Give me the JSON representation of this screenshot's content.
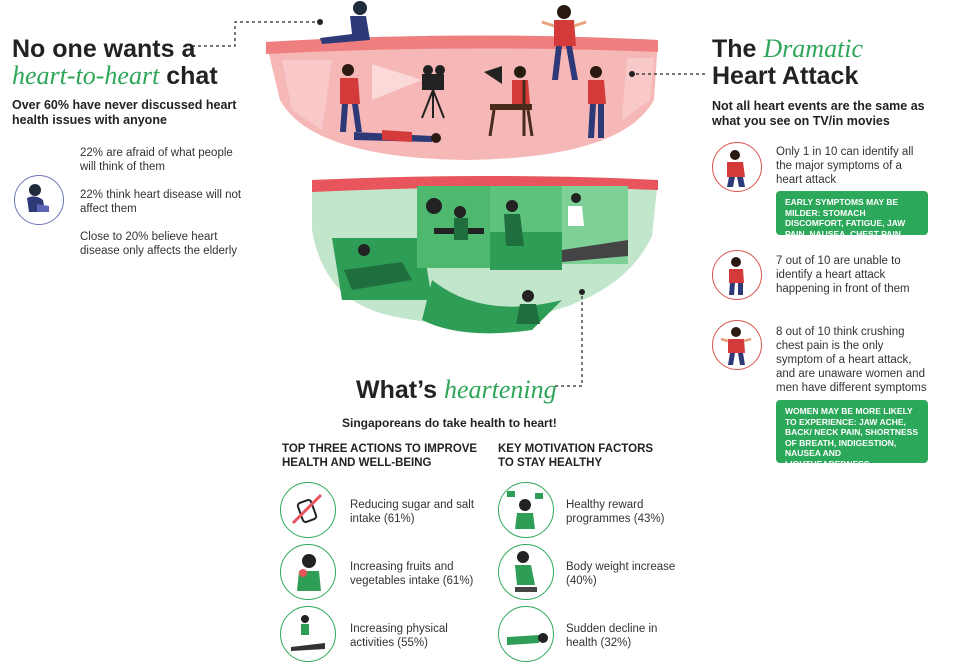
{
  "left": {
    "title_line1": "No one wants a",
    "title_accent": "heart-to-heart",
    "title_rest": " chat",
    "subtitle": "Over 60% have never discussed heart health issues with anyone",
    "stats": [
      "22% are afraid of what people will think of them",
      "22% think heart disease will not affect them",
      "Close to 20% believe heart disease only affects the elderly"
    ]
  },
  "right": {
    "title_line1_plain": "The ",
    "title_line1_accent": "Dramatic",
    "title_line2": "Heart Attack",
    "subtitle": "Not all heart events are the same as what you see on TV/in movies",
    "stats": [
      "Only 1 in 10 can identify all the major symptoms of a heart attack",
      "7 out of 10 are unable to identify a heart attack happening in front of them",
      "8 out of 10 think crushing chest pain is the only symptom of a heart attack, and are unaware women and men have different symptoms"
    ],
    "box1": "EARLY SYMPTOMS MAY BE MILDER: STOMACH DISCOMFORT, FATIGUE, JAW PAIN, NAUSEA, CHEST PAIN",
    "box2": "WOMEN MAY BE MORE LIKELY TO EXPERIENCE: JAW ACHE, BACK/ NECK PAIN, SHORTNESS OF BREATH, INDIGESTION, NAUSEA AND LIGHTHEADEDNESS"
  },
  "bottom": {
    "title_plain": "What’s ",
    "title_accent": "heartening",
    "subtitle": "Singaporeans do take health to heart!",
    "actions_heading": "TOP THREE ACTIONS TO IMPROVE HEALTH AND WELL-BEING",
    "actions": [
      "Reducing sugar and salt intake (61%)",
      "Increasing fruits and vegetables intake (61%)",
      "Increasing physical activities (55%)"
    ],
    "motivation_heading": "KEY MOTIVATION FACTORS TO STAY HEALTHY",
    "motivations": [
      "Healthy reward programmes (43%)",
      "Body weight increase (40%)",
      "Sudden decline in health (32%)"
    ]
  },
  "colors": {
    "red_accent": "#c1272d",
    "green_accent": "#2fa65a",
    "pink_room": "#f3a3a3",
    "green_room": "#bfe3c8",
    "box_green": "#2ca85a"
  }
}
